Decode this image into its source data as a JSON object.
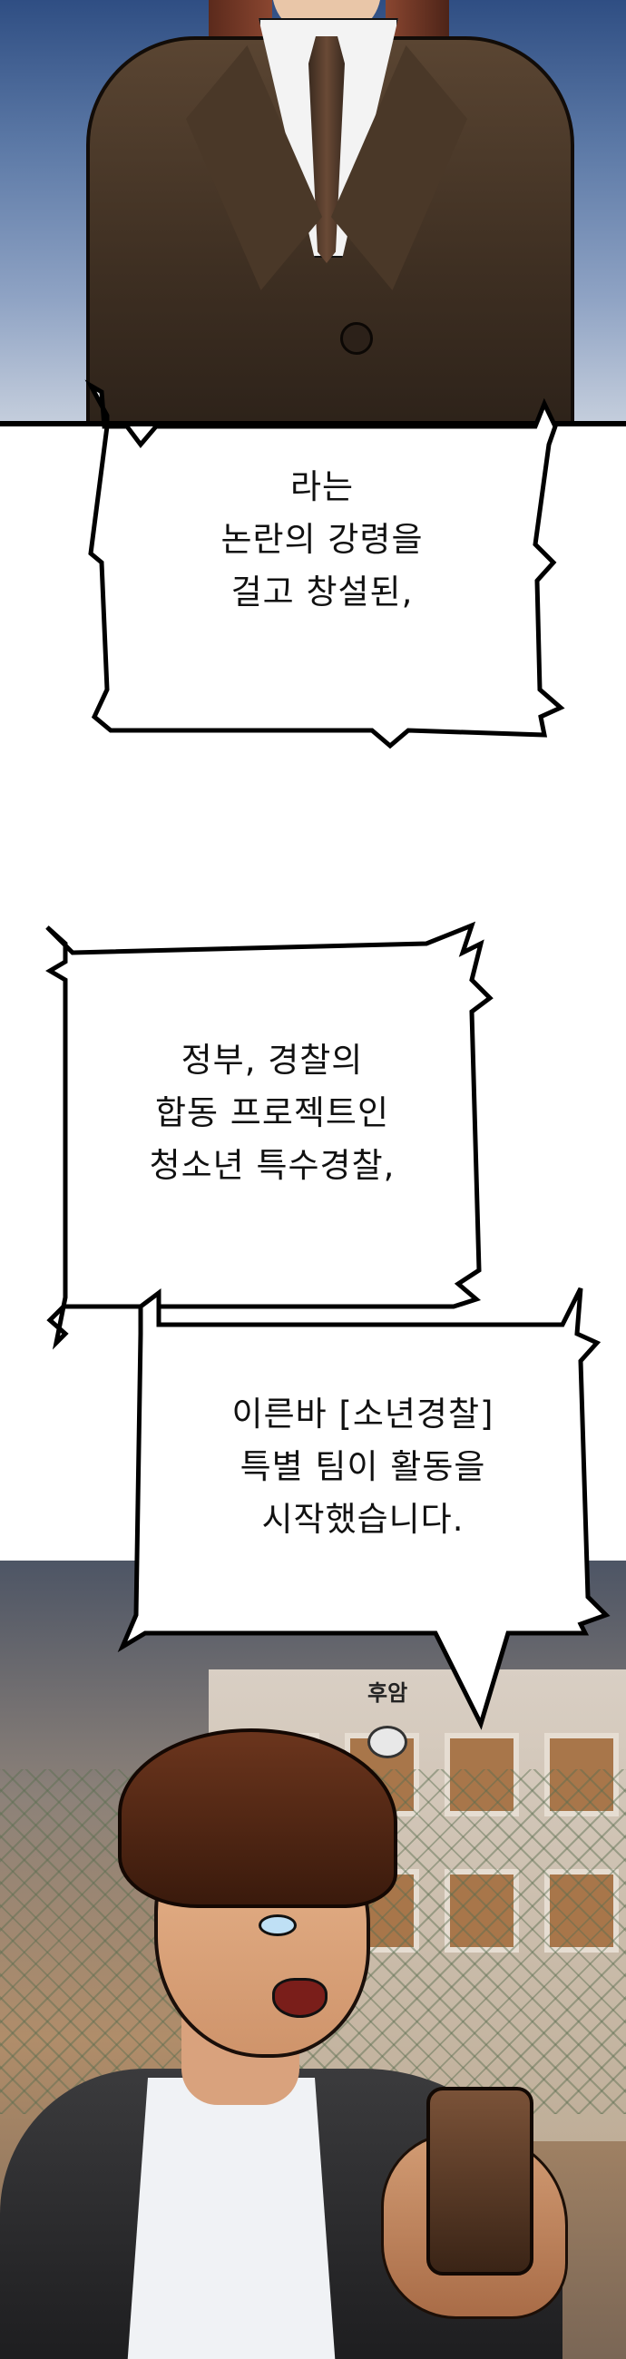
{
  "bubbles": [
    {
      "lines": [
        "라는",
        "논란의 강령을",
        "걸고 창설된,"
      ]
    },
    {
      "lines": [
        "정부, 경찰의",
        "합동 프로젝트인",
        "청소년 특수경찰,"
      ]
    },
    {
      "lines": [
        "이른바 [소년경찰]",
        "특별 팀이 활동을",
        "시작했습니다."
      ]
    }
  ],
  "sfx": {
    "breath": "후암"
  },
  "colors": {
    "ink": "#111111",
    "page": "#ffffff",
    "sky_top": "#2f4e83"
  }
}
